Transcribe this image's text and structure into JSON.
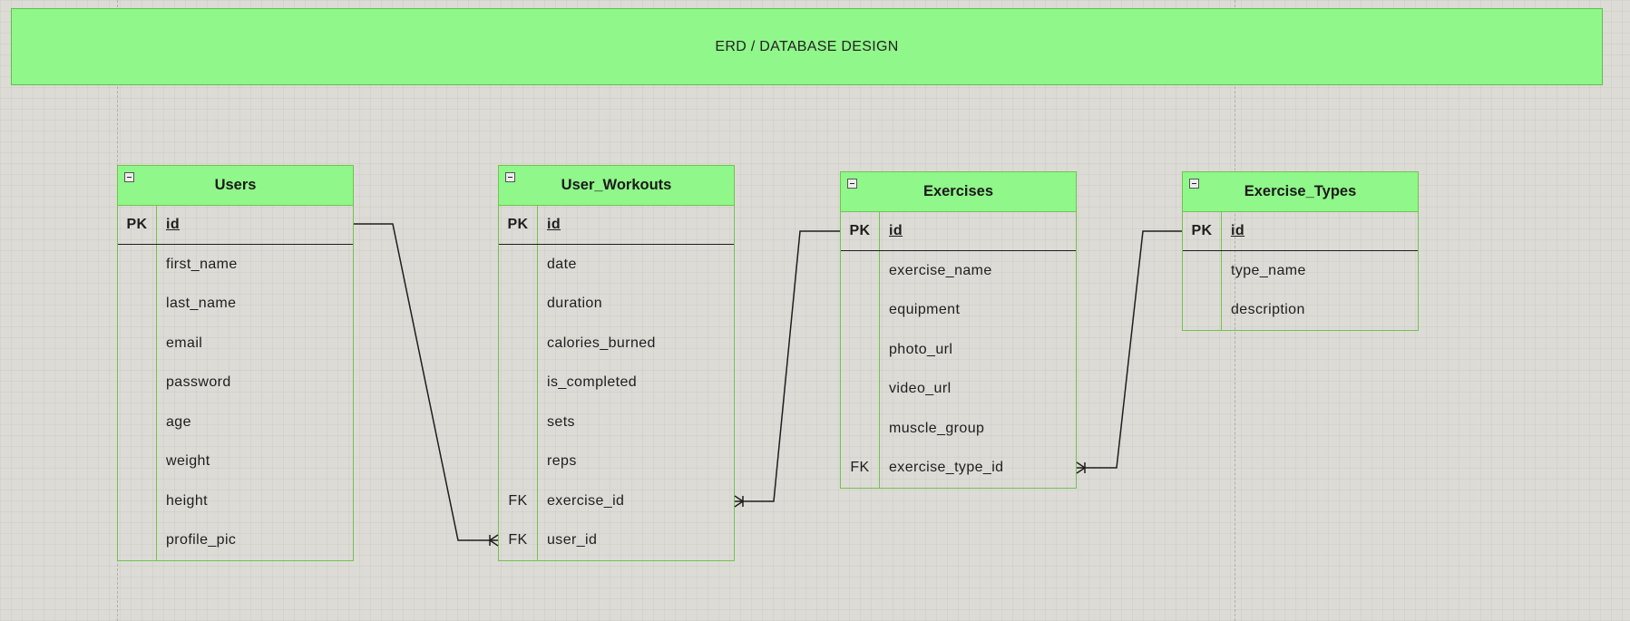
{
  "banner": {
    "title": "ERD / DATABASE DESIGN"
  },
  "colors": {
    "header_fill": "#90f78a",
    "border": "#72c44e",
    "line": "#1e1e1e",
    "canvas": "#dcdbd6"
  },
  "icons": {
    "collapse": "minus-square-icon"
  },
  "entities": [
    {
      "name": "Users",
      "fields": [
        {
          "key": "PK",
          "name": "id"
        },
        {
          "key": "",
          "name": "first_name"
        },
        {
          "key": "",
          "name": "last_name"
        },
        {
          "key": "",
          "name": "email"
        },
        {
          "key": "",
          "name": "password"
        },
        {
          "key": "",
          "name": "age"
        },
        {
          "key": "",
          "name": "weight"
        },
        {
          "key": "",
          "name": "height"
        },
        {
          "key": "",
          "name": "profile_pic"
        }
      ]
    },
    {
      "name": "User_Workouts",
      "fields": [
        {
          "key": "PK",
          "name": "id"
        },
        {
          "key": "",
          "name": "date"
        },
        {
          "key": "",
          "name": "duration"
        },
        {
          "key": "",
          "name": "calories_burned"
        },
        {
          "key": "",
          "name": "is_completed"
        },
        {
          "key": "",
          "name": "sets"
        },
        {
          "key": "",
          "name": "reps"
        },
        {
          "key": "FK",
          "name": "exercise_id"
        },
        {
          "key": "FK",
          "name": "user_id"
        }
      ]
    },
    {
      "name": "Exercises",
      "fields": [
        {
          "key": "PK",
          "name": "id"
        },
        {
          "key": "",
          "name": "exercise_name"
        },
        {
          "key": "",
          "name": "equipment"
        },
        {
          "key": "",
          "name": "photo_url"
        },
        {
          "key": "",
          "name": "video_url"
        },
        {
          "key": "",
          "name": "muscle_group"
        },
        {
          "key": "FK",
          "name": "exercise_type_id"
        }
      ]
    },
    {
      "name": "Exercise_Types",
      "fields": [
        {
          "key": "PK",
          "name": "id"
        },
        {
          "key": "",
          "name": "type_name"
        },
        {
          "key": "",
          "name": "description"
        }
      ]
    }
  ]
}
